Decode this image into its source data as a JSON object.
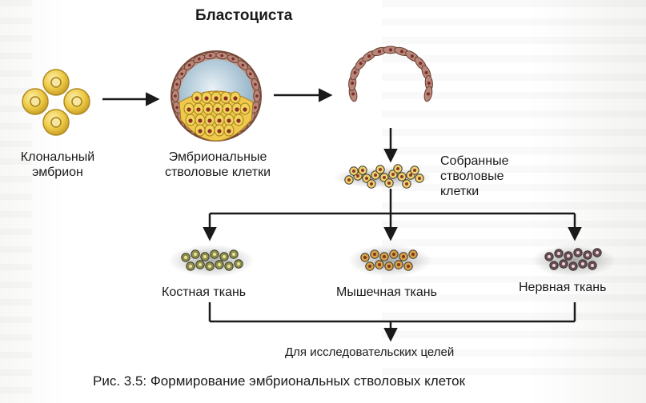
{
  "labels": {
    "blastocyst": "Бластоциста",
    "clonal_line1": "Клональный",
    "clonal_line2": "эмбрион",
    "esc_line1": "Эмбриональные",
    "esc_line2": "стволовые клетки",
    "collected_line1": "Собранные",
    "collected_line2": "стволовые",
    "collected_line3": "клетки",
    "bone": "Костная ткань",
    "muscle": "Мышечная ткань",
    "nerve": "Нервная ткань",
    "research": "Для исследовательских целей"
  },
  "caption": "Рис. 3.5: Формирование эмбриональных стволовых клеток",
  "colors": {
    "arrow": "#1a1a1a",
    "cell_fill": "#e8c53a",
    "cell_nucleus": "#c49a1f",
    "blastocyst_cavity": "#a9c3d4",
    "trophoblast": "#b8867a",
    "trophoblast_nucleus": "#7a2e2a",
    "bone_cell": "#8f8f4a",
    "muscle_cell": "#d9a14a",
    "nerve_cell": "#6b4a5a"
  },
  "icons": [
    "arrow-right-icon",
    "arrow-down-icon",
    "cell-cluster-icon",
    "blastocyst-icon",
    "trophoblast-arc-icon"
  ]
}
